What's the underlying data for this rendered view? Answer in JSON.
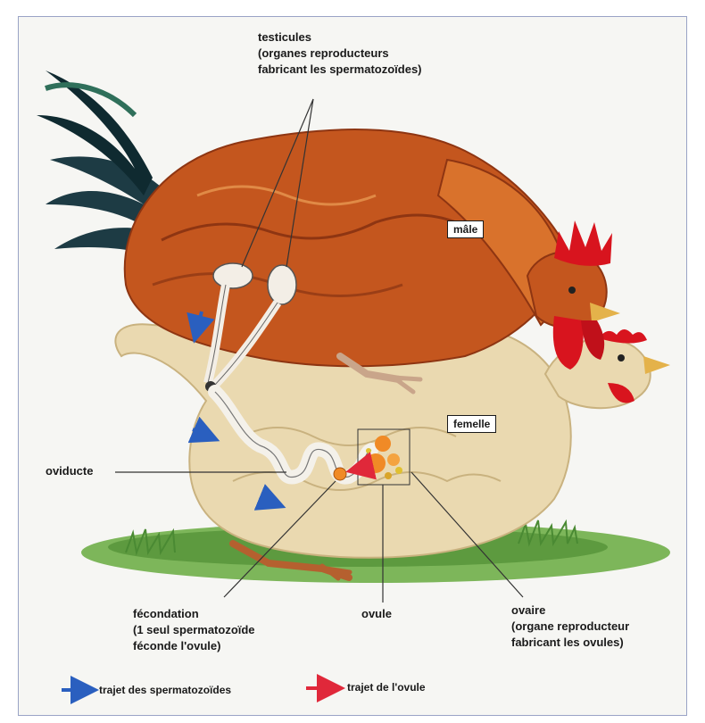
{
  "labels": {
    "testicules": {
      "line1": "testicules",
      "line2": "(organes reproducteurs",
      "line3": "fabricant les spermatozoïdes)"
    },
    "male": "mâle",
    "femelle": "femelle",
    "oviducte": "oviducte",
    "fecondation": {
      "line1": "fécondation",
      "line2": "(1 seul spermatozoïde",
      "line3": "féconde l'ovule)"
    },
    "ovule": "ovule",
    "ovaire": {
      "line1": "ovaire",
      "line2": "(organe reproducteur",
      "line3": "fabricant les ovules)"
    }
  },
  "legend": {
    "sperm_path": "trajet des spermatozoïdes",
    "ovule_path": "trajet de l'ovule"
  },
  "colors": {
    "sperm_arrow": "#2a5fbf",
    "ovule_arrow": "#e0283a",
    "rooster_body": "#c4561e",
    "hen_body": "#ead9b0",
    "comb": "#d8141e",
    "grass": "#6aa84f"
  }
}
